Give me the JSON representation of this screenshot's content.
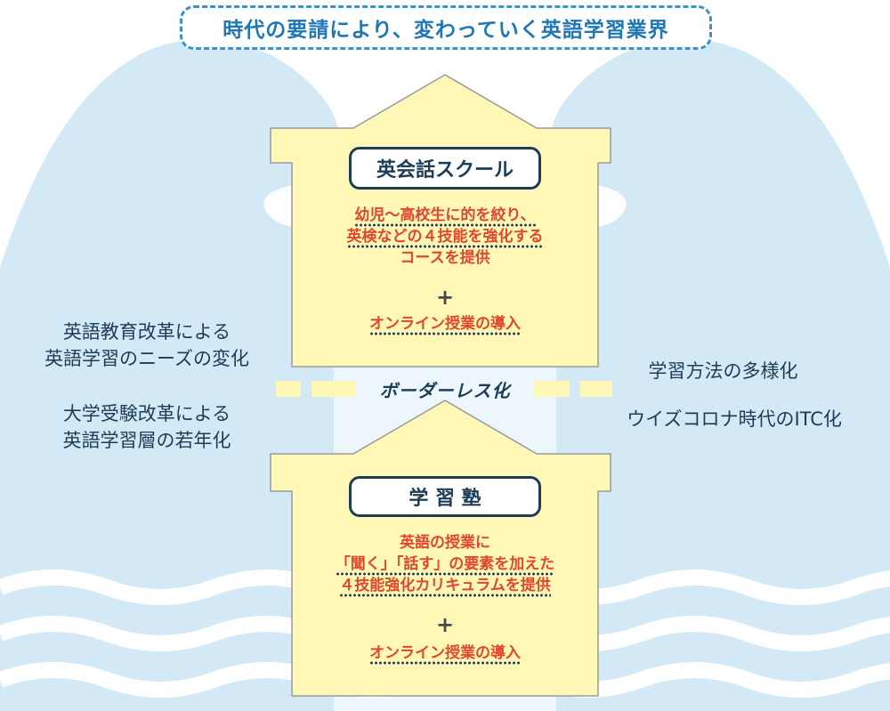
{
  "title": "時代の要請により、変わっていく英語学習業界",
  "top_house": {
    "label": "英会話スクール",
    "line1": "幼児〜高校生に的を絞り、",
    "line2": "英検などの４技能を強化する",
    "line3": "コースを提供",
    "plus": "+",
    "line4": "オンライン授業の導入"
  },
  "bottom_house": {
    "label": "学 習 塾",
    "line1": "英語の授業に",
    "line2": "「聞く」「話す」の要素を加えた",
    "line3": "４技能強化カリキュラムを提供",
    "plus": "+",
    "line4": "オンライン授業の導入"
  },
  "borderless": "ボーダーレス化",
  "left_notes": {
    "a1": "英語教育改革による",
    "a2": "英語学習のニーズの変化",
    "b1": "大学受験改革による",
    "b2": "英語学習層の若年化"
  },
  "right_notes": {
    "a": "学習方法の多様化",
    "b": "ウイズコロナ時代のITC化"
  },
  "colors": {
    "sky": "#d3eaf6",
    "house_fill": "#fff7b6",
    "house_stroke": "#9a9a9a",
    "accent_text": "#e0472c",
    "navy": "#1c3d57",
    "title_blue": "#1f77b4"
  }
}
